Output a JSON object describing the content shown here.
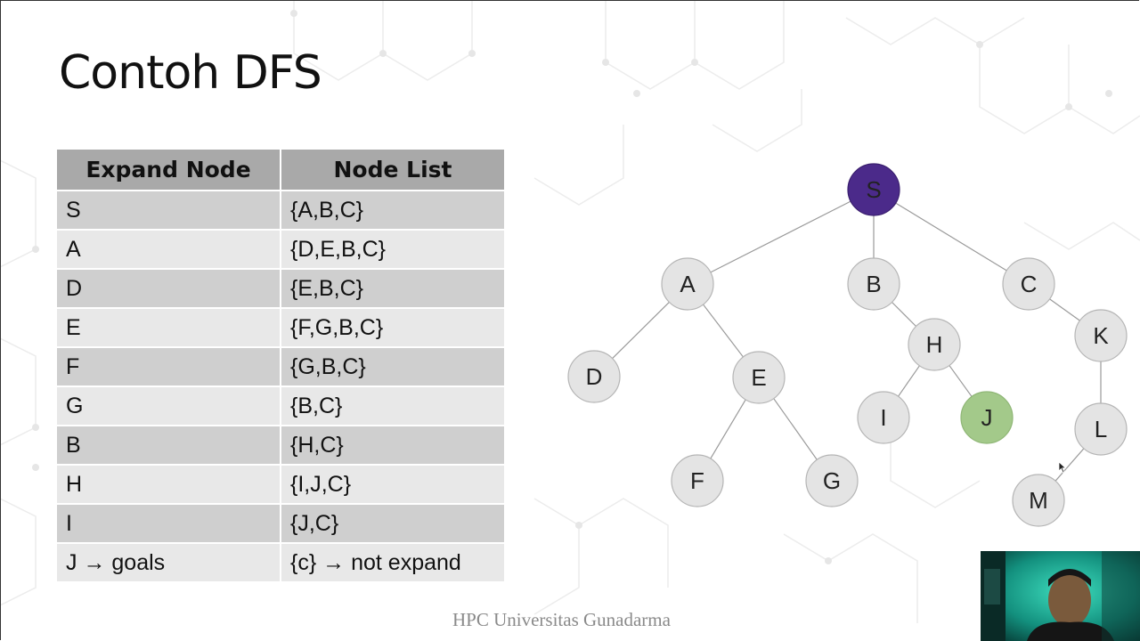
{
  "title": "Contoh DFS",
  "table": {
    "headers": [
      "Expand Node",
      "Node List"
    ],
    "rows": [
      [
        "S",
        "{A,B,C}"
      ],
      [
        "A",
        "{D,E,B,C}"
      ],
      [
        "D",
        "{E,B,C}"
      ],
      [
        "E",
        "{F,G,B,C}"
      ],
      [
        "F",
        "{G,B,C}"
      ],
      [
        "G",
        "{B,C}"
      ],
      [
        "B",
        "{H,C}"
      ],
      [
        "H",
        "{I,J,C}"
      ],
      [
        "I",
        "{J,C}"
      ],
      [
        "J → goals",
        "{c} → not expand"
      ]
    ]
  },
  "tree": {
    "nodes": [
      "S",
      "A",
      "B",
      "C",
      "D",
      "E",
      "F",
      "G",
      "H",
      "I",
      "J",
      "K",
      "L",
      "M"
    ],
    "edges": [
      [
        "S",
        "A"
      ],
      [
        "S",
        "B"
      ],
      [
        "S",
        "C"
      ],
      [
        "A",
        "D"
      ],
      [
        "A",
        "E"
      ],
      [
        "E",
        "F"
      ],
      [
        "E",
        "G"
      ],
      [
        "B",
        "H"
      ],
      [
        "H",
        "I"
      ],
      [
        "H",
        "J"
      ],
      [
        "C",
        "K"
      ],
      [
        "K",
        "L"
      ],
      [
        "L",
        "M"
      ]
    ],
    "root_color": "#4b2a8a",
    "goal_color": "#a3c98a",
    "node_color": "#e4e4e4"
  },
  "footer": "HPC Universitas Gunadarma"
}
